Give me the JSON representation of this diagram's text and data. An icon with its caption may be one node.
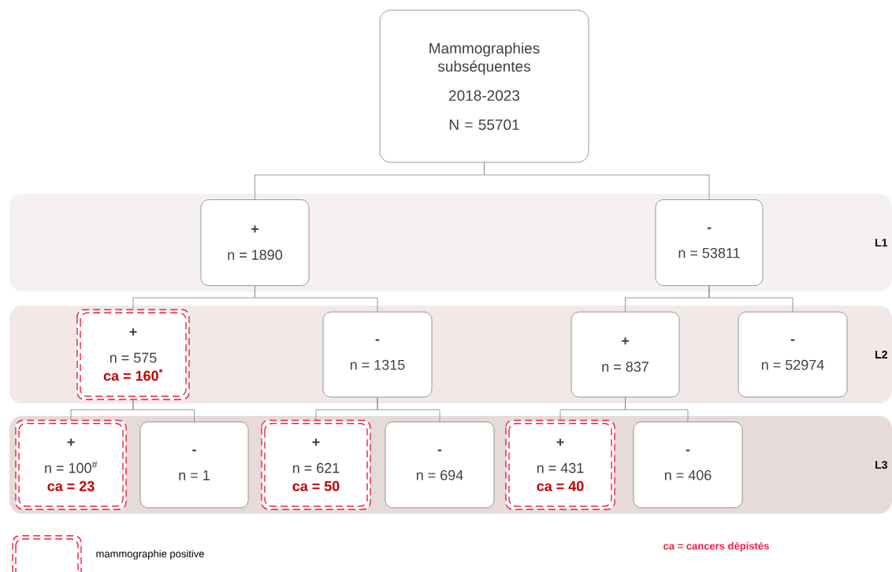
{
  "diagram": {
    "nodes": [
      {
        "text": [
          "Mammographies subséquentes",
          "2018-2023",
          "N = 55701"
        ]
      },
      {
        "text": [
          "L1"
        ]
      },
      {
        "text": [
          "+",
          "n = 1890"
        ],
        "in": 1
      },
      {
        "text": [
          "-",
          "n = 53811"
        ],
        "in": 1
      },
      {
        "text": [
          "L2"
        ]
      },
      {
        "text": [
          "+",
          "n = 575",
          "ca = 160$^{*}$"
        ],
        "in": 4
      },
      {
        "text": [
          "-",
          "n = 1315"
        ],
        "in": 4
      },
      {
        "text": [
          "+",
          "n = 837"
        ],
        "in": 4
      },
      {
        "text": [
          "-",
          "n = 52974"
        ],
        "in": 4
      },
      {
        "text": [
          "L3"
        ]
      },
      {
        "text": [
          "+",
          "n = 100$^{#}$",
          "ca = 23"
        ],
        "in": 9
      },
      {
        "text": [
          "-",
          "n = 1"
        ],
        "in": 9
      },
      {
        "text": [
          "+",
          "n = 621",
          "ca = 50"
        ],
        "in": 9
      },
      {
        "text": [
          "-",
          "n = 694"
        ],
        "in": 9
      },
      {
        "text": [
          "+",
          "n = 431",
          "ca = 40"
        ],
        "in": 9
      },
      {
        "text": [
          "-",
          "n = 406"
        ],
        "in": 9
      }
    ],
    "edges": [
      {
        "from": 0,
        "to": 2,
        "arrow": "none"
      },
      {
        "from": 0,
        "to": 3,
        "arrow": "none"
      },
      {
        "from": 2,
        "to": 5,
        "arrow": "none"
      },
      {
        "from": 2,
        "to": 6,
        "arrow": "none"
      },
      {
        "from": 3,
        "to": 7,
        "arrow": "none"
      },
      {
        "from": 3,
        "to": 8,
        "arrow": "none"
      },
      {
        "from": 5,
        "to": 10,
        "arrow": "none"
      },
      {
        "from": 5,
        "to": 11,
        "arrow": "none"
      },
      {
        "from": 6,
        "to": 12,
        "arrow": "none"
      },
      {
        "from": 6,
        "to": 13,
        "arrow": "none"
      },
      {
        "from": 7,
        "to": 14,
        "arrow": "none"
      },
      {
        "from": 7,
        "to": 15,
        "arrow": "none"
      }
    ],
    "labels": [
      "ca = cancers dépistés"
    ],
    "legend": [
      {
        "text": "mammographie positive"
      }
    ]
  }
}
